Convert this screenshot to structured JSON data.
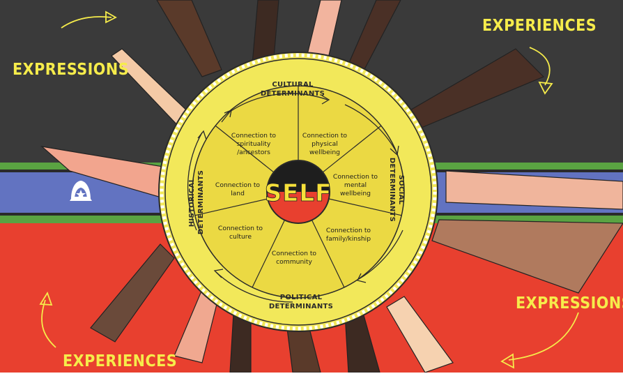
{
  "corner_labels": {
    "top_left": "EXPRESSIONS",
    "top_right": "EXPERIENCES",
    "bottom_right": "EXPRESSIONS",
    "bottom_left": "EXPERIENCES"
  },
  "center": "SELF",
  "determinants": {
    "top_line1": "CULTURAL",
    "top_line2": "DETERMINANTS",
    "right_line1": "SOCIAL",
    "right_line2": "DETERMINANTS",
    "bottom_line1": "POLITICAL",
    "bottom_line2": "DETERMINANTS",
    "left_line1": "HISTORICAL",
    "left_line2": "DETERMINANTS"
  },
  "segments": [
    {
      "l1": "Connection to",
      "l2": "spirituality",
      "l3": "/ancestors"
    },
    {
      "l1": "Connection to",
      "l2": "physical",
      "l3": "wellbeing"
    },
    {
      "l1": "Connection to",
      "l2": "mental",
      "l3": "wellbeing"
    },
    {
      "l1": "Connection to",
      "l2": "family/kinship",
      "l3": ""
    },
    {
      "l1": "Connection to",
      "l2": "community",
      "l3": ""
    },
    {
      "l1": "Connection to",
      "l2": "culture",
      "l3": ""
    },
    {
      "l1": "Connection to",
      "l2": "land",
      "l3": ""
    }
  ],
  "colors": {
    "black_band": "#3a3a3a",
    "red_band": "#e8402f",
    "green_stripe": "#5aa342",
    "blue_stripe": "#6273c1",
    "wheel_yellow": "#f2e85a",
    "inner_yellow": "#ebd943",
    "accent_yellow": "#f6ec4b"
  },
  "icons": [
    "dhari-headdress-icon-left",
    "dhari-headdress-icon-right"
  ]
}
